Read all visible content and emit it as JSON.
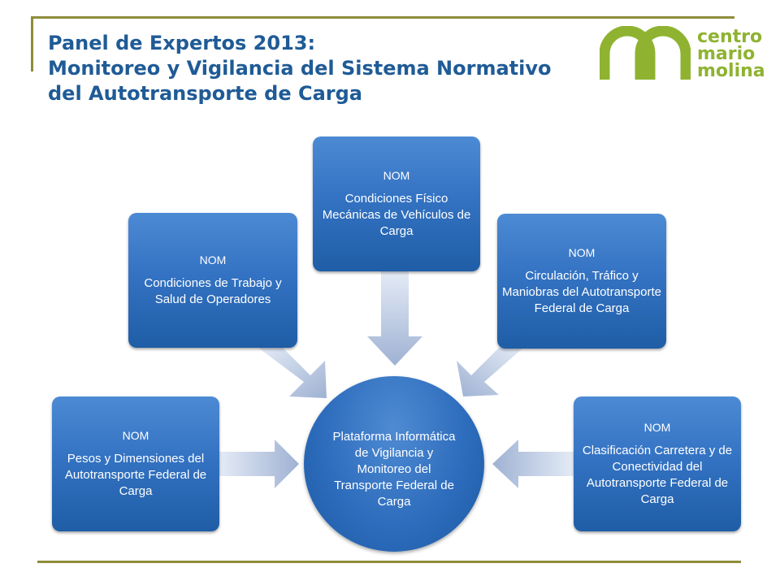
{
  "title": {
    "line1": "Panel de Expertos 2013:",
    "line2": "Monitoreo y Vigilancia del Sistema Normativo",
    "line3": "del Autotransporte de Carga"
  },
  "logo": {
    "icon": "centro-mario-molina-logo",
    "line1": "centro",
    "line2": "mario",
    "line3": "molina",
    "color": "#8fb331"
  },
  "colors": {
    "accent_line": "#8e8c3a",
    "title": "#1f5b96",
    "box": "#3473c3",
    "arrow": "#a9b9d6"
  },
  "center": {
    "label": "Plataforma Informática de Vigilancia y Monitoreo del Transporte Federal de Carga"
  },
  "nodes": [
    {
      "head": "NOM",
      "body": "Pesos y Dimensiones del Autotransporte Federal de Carga"
    },
    {
      "head": "NOM",
      "body": "Condiciones de Trabajo y Salud de Operadores"
    },
    {
      "head": "NOM",
      "body": "Condiciones Físico Mecánicas de Vehículos de Carga"
    },
    {
      "head": "NOM",
      "body": "Circulación, Tráfico y Maniobras del Autotransporte Federal de Carga"
    },
    {
      "head": "NOM",
      "body": "Clasificación Carretera y de Conectividad del Autotransporte Federal de Carga"
    }
  ]
}
